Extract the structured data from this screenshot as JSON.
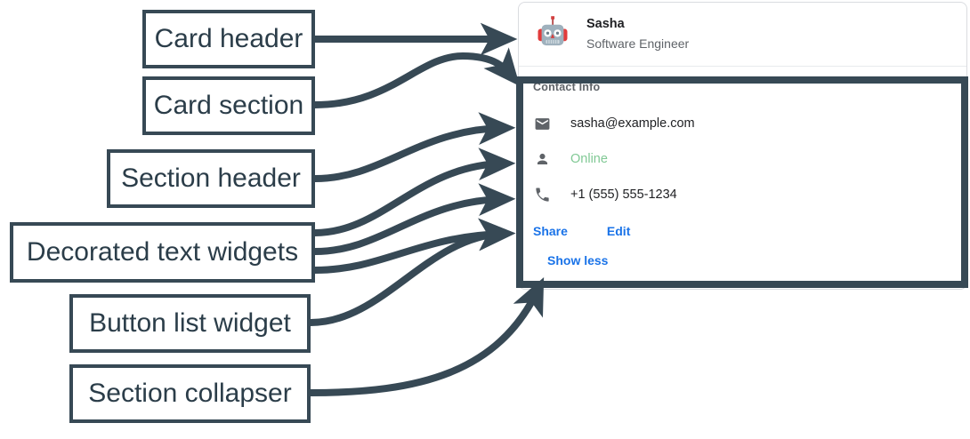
{
  "colors": {
    "annotation_stroke": "#374955",
    "annotation_text": "#2b3d49",
    "link_blue": "#1a73e8",
    "status_green": "#81c995",
    "icon_gray": "#5f6368",
    "title_black": "#202124",
    "card_border": "#dadce0",
    "page_background": "#ffffff"
  },
  "annotations": [
    {
      "id": "card-header",
      "label": "Card header"
    },
    {
      "id": "card-section",
      "label": "Card section"
    },
    {
      "id": "section-header",
      "label": "Section header"
    },
    {
      "id": "decorated",
      "label": "Decorated text widgets"
    },
    {
      "id": "button-list",
      "label": "Button list widget"
    },
    {
      "id": "collapser",
      "label": "Section collapser"
    }
  ],
  "card": {
    "header": {
      "avatar_icon": "robot-avatar-icon",
      "title": "Sasha",
      "subtitle": "Software Engineer"
    },
    "section": {
      "header": "Contact Info",
      "rows": [
        {
          "icon": "email-icon",
          "text": "sasha@example.com",
          "style": "default"
        },
        {
          "icon": "person-icon",
          "text": "Online",
          "style": "online"
        },
        {
          "icon": "phone-icon",
          "text": "+1 (555) 555-1234",
          "style": "default"
        }
      ],
      "buttons": [
        {
          "label": "Share"
        },
        {
          "label": "Edit"
        }
      ],
      "collapser": {
        "label": "Show less"
      }
    }
  }
}
